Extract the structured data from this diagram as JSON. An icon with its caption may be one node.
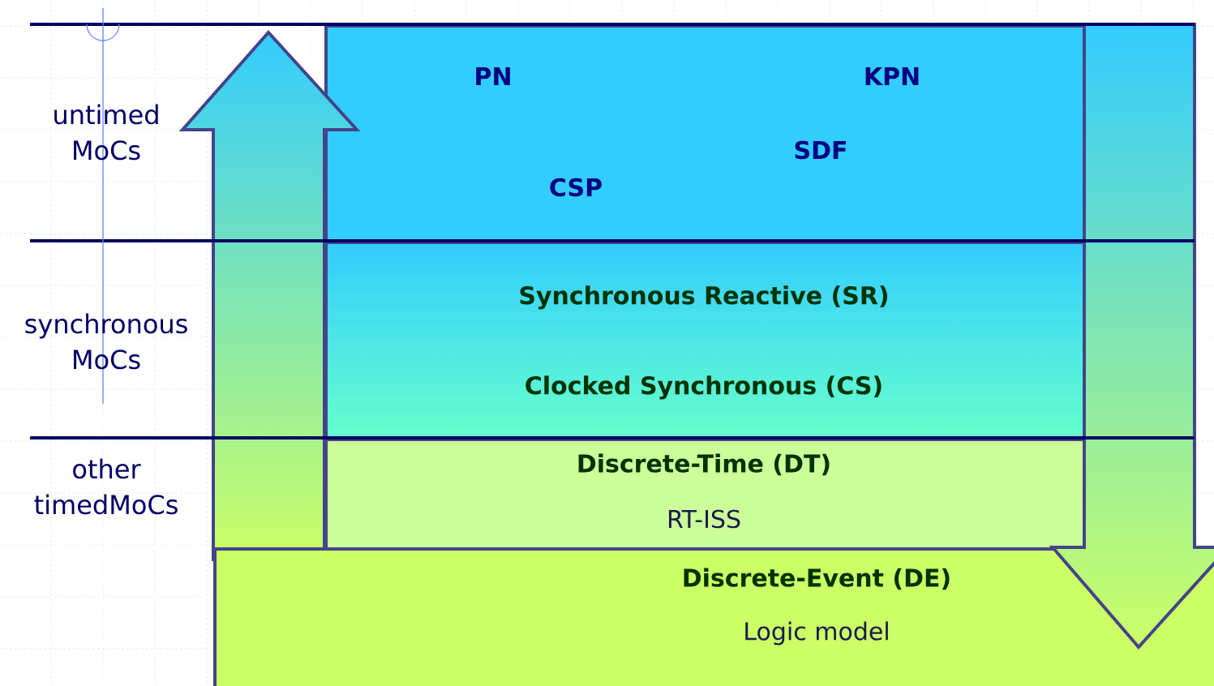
{
  "diagram": {
    "nodes": [
      {
        "text": [
          "PN",
          "KPN",
          "SDF",
          "CSP"
        ]
      },
      {
        "text": [
          "Synchronous Reactive (SR)",
          "Clocked Synchronous (CS)"
        ]
      },
      {
        "text": [
          "Discrete-Time (DT)",
          "RT-ISS"
        ]
      },
      {
        "text": [
          "Discrete-Event (DE)",
          "Logic model"
        ]
      }
    ],
    "labels": [
      "untimed MoCs",
      "synchronous MoCs",
      "other timedMoCs"
    ]
  }
}
